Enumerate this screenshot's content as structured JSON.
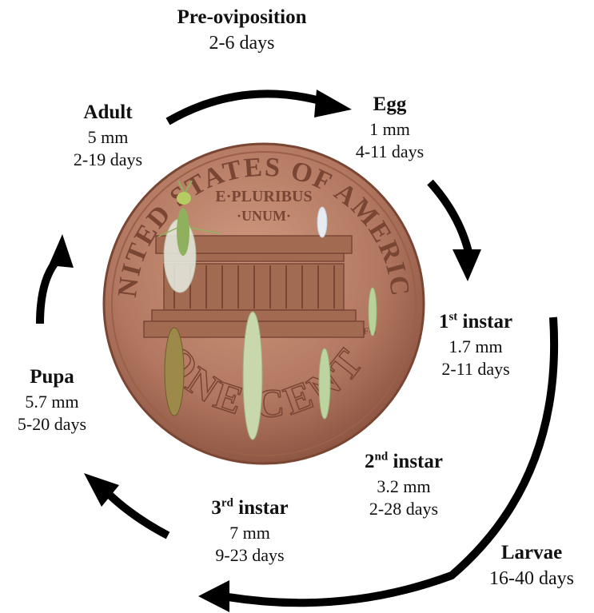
{
  "stages": {
    "preoviposition": {
      "title": "Pre-oviposition",
      "duration": "2-6 days"
    },
    "egg": {
      "title": "Egg",
      "size": "1 mm",
      "duration": "4-11 days"
    },
    "instar1": {
      "ordinal": "1",
      "suffix": "st",
      "title": "instar",
      "size": "1.7 mm",
      "duration": "2-11 days"
    },
    "instar2": {
      "ordinal": "2",
      "suffix": "nd",
      "title": "instar",
      "size": "3.2 mm",
      "duration": "2-28 days"
    },
    "instar3": {
      "ordinal": "3",
      "suffix": "rd",
      "title": "instar",
      "size": "7 mm",
      "duration": "9-23 days"
    },
    "larvae": {
      "title": "Larvae",
      "duration": "16-40 days"
    },
    "pupa": {
      "title": "Pupa",
      "size": "5.7 mm",
      "duration": "5-20 days"
    },
    "adult": {
      "title": "Adult",
      "size": "5 mm",
      "duration": "2-19 days"
    }
  },
  "coin": {
    "top_text": "UNITED STATES OF AMERICA",
    "motto_1": "E·PLURIBUS",
    "motto_2": "·UNUM·",
    "bottom_text": "ONE CENT",
    "mint_mark": "FG"
  },
  "colors": {
    "arrow": "#000000",
    "coin": "#b27760",
    "coin_dark": "#8a5340",
    "insect": "#a8c57a"
  }
}
